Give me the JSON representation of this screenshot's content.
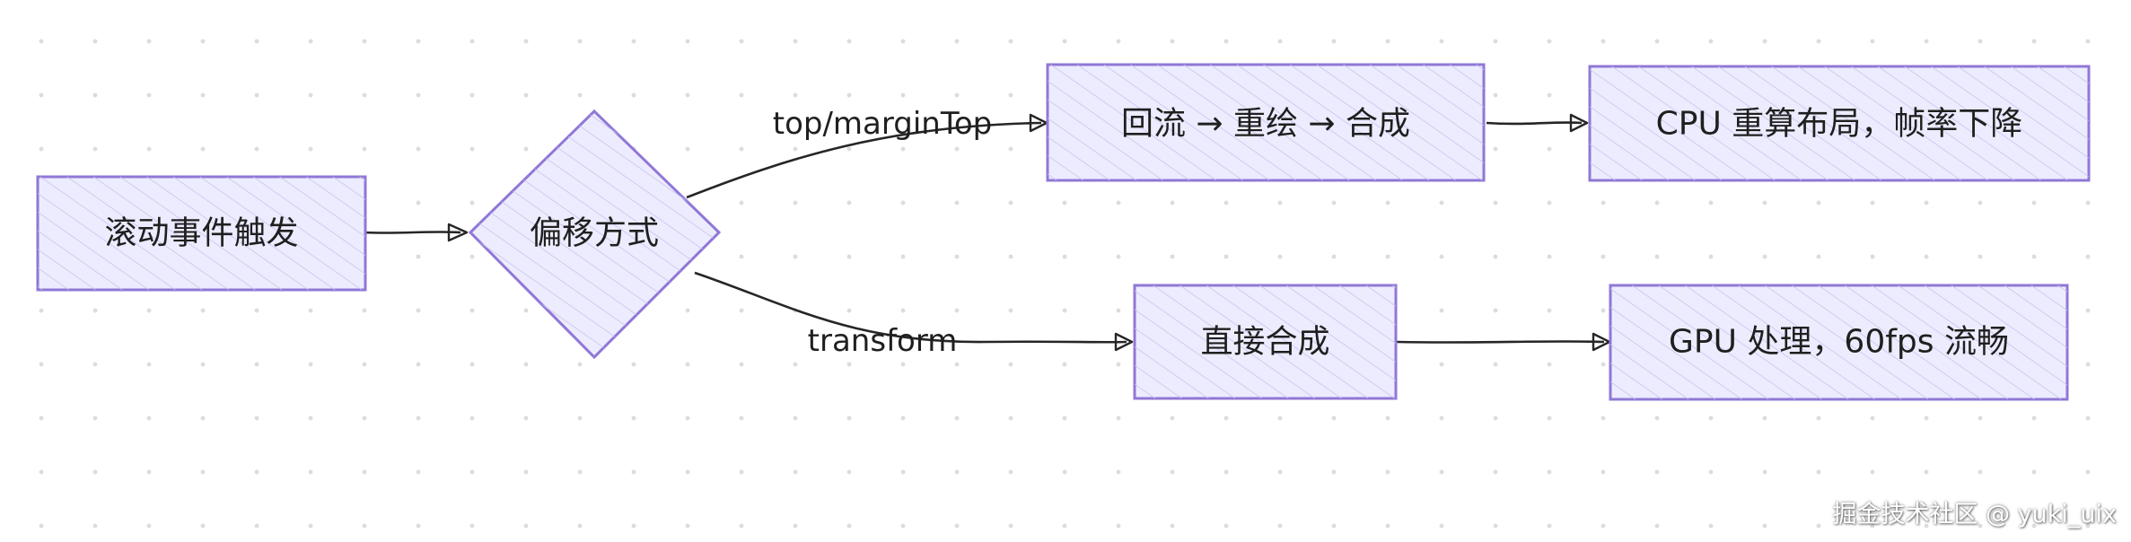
{
  "nodes": {
    "scroll_trigger": "滚动事件触发",
    "offset_method": "偏移方式",
    "reflow_chain": "回流 → 重绘 → 合成",
    "cpu_result": "CPU 重算布局，帧率下降",
    "direct_composite": "直接合成",
    "gpu_result": "GPU 处理，60fps 流畅"
  },
  "edges": {
    "top_label": "top/marginTop",
    "transform_label": "transform"
  },
  "watermark": "掘金技术社区 @ yuki_uix",
  "colors": {
    "node_fill": "#ececfe",
    "node_stroke": "#9077d6",
    "edge": "#262626",
    "text": "#1f1f1f"
  }
}
